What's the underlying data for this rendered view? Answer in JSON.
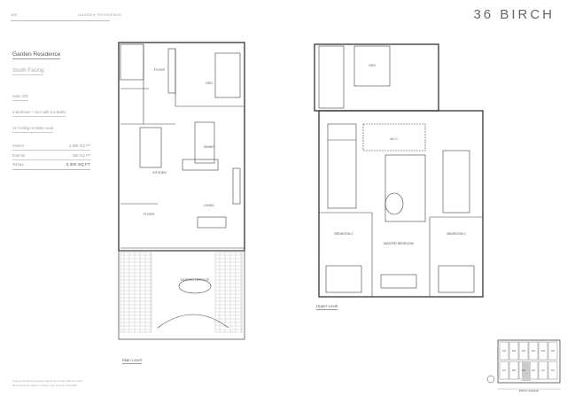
{
  "header": {
    "page_number": "105",
    "section": "GARDEN RESIDENCE",
    "brand": "36 BIRCH"
  },
  "suite": {
    "name": "Garden Residence",
    "orientation": "South Facing",
    "suite_number": "Suite 105",
    "layout": "3 Bedroom + Den with 3.5 Baths",
    "ceiling": "11' Ceiling on Main Level",
    "areas": [
      {
        "label": "Interior",
        "value": "2,908 SQ FT"
      },
      {
        "label": "Exterior",
        "value": "392 SQ FT"
      },
      {
        "label": "TOTAL",
        "value": "3,300 SQ FT"
      }
    ]
  },
  "plans": {
    "main_level": {
      "label": "Main Level",
      "rooms": [
        "FOYER",
        "DEN",
        "DINING",
        "KITCHEN",
        "LIVING",
        "FOYER",
        "GARDEN TERRACE"
      ]
    },
    "upper_level": {
      "label": "Upper Level",
      "rooms": [
        "DEN",
        "W.I.C.",
        "BEDROOM 2",
        "MASTER BEDROOM",
        "BEDROOM 3"
      ]
    }
  },
  "key_plan": {
    "street": "BIRCH AVENUE",
    "suites": [
      "101",
      "102",
      "103",
      "104",
      "105",
      "106",
      "107",
      "108",
      "109",
      "110",
      "111",
      "112"
    ]
  },
  "footnote": "Suite and building features subject to change without notice. Illustrations are artist's concept only. E.&O.E. Fall 2018"
}
